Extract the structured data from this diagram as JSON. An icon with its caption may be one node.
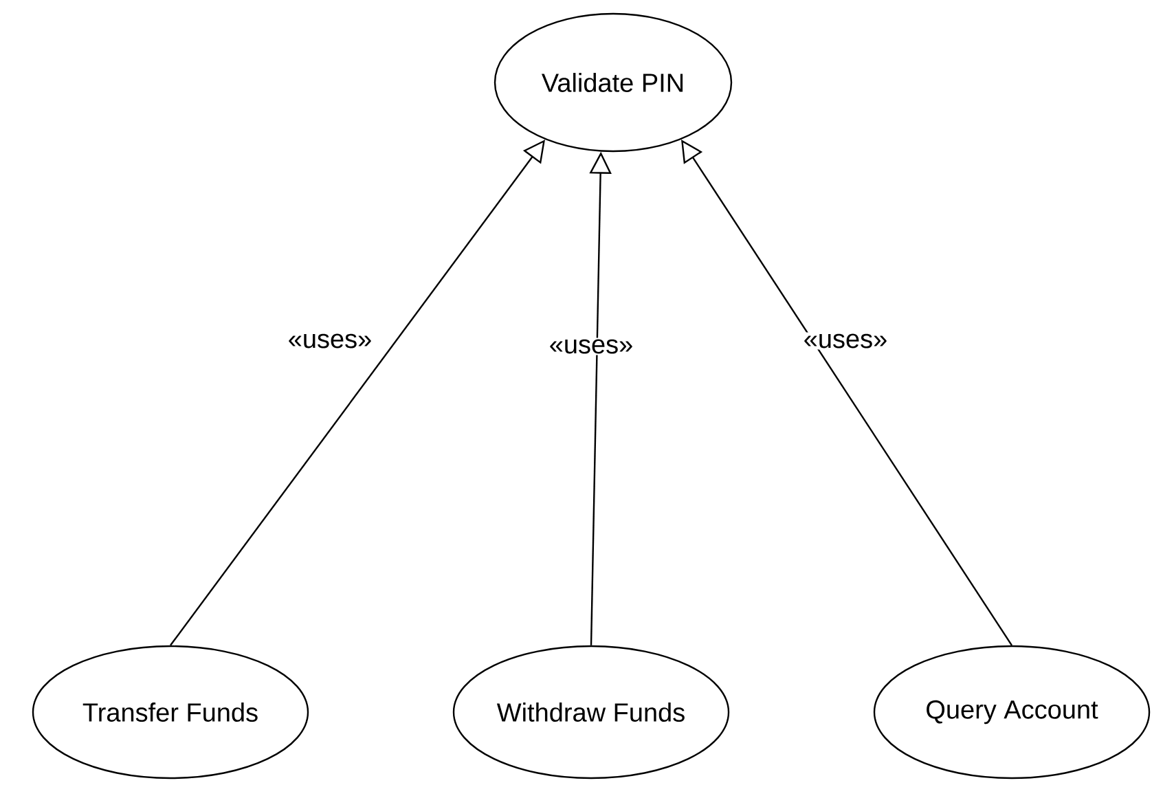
{
  "diagram": {
    "nodes": [
      {
        "text": [
          "Validate PIN"
        ]
      },
      {
        "text": [
          "Transfer Funds"
        ]
      },
      {
        "text": [
          "Withdraw Funds"
        ]
      },
      {
        "text": [
          "Query Account"
        ]
      }
    ],
    "edges": [
      {
        "from": 1,
        "to": 0,
        "arrow": "to",
        "label": "«uses»"
      },
      {
        "from": 2,
        "to": 0,
        "arrow": "to",
        "label": "«uses»"
      },
      {
        "from": 3,
        "to": 0,
        "arrow": "to",
        "label": "«uses»"
      }
    ]
  }
}
